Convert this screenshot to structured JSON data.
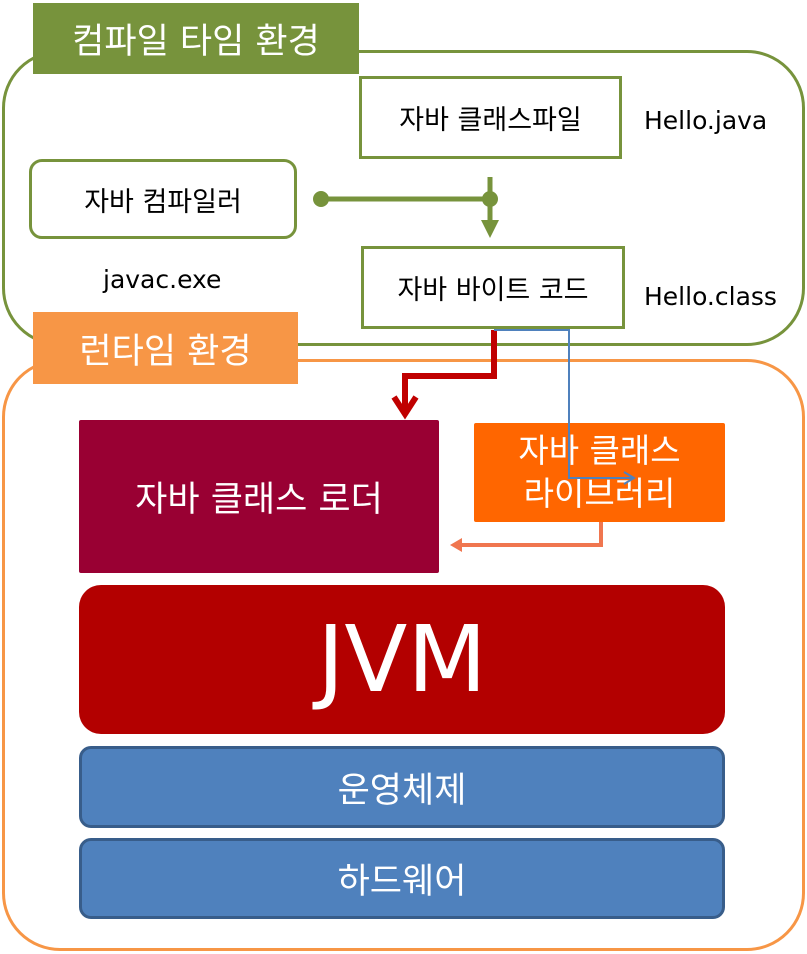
{
  "compile_env": {
    "title": "컴파일 타임 환경",
    "source_file": "자바 클래스파일",
    "source_caption": "Hello.java",
    "compiler": "자바 컴파일러",
    "compiler_caption": "javac.exe",
    "bytecode": "자바 바이트 코드",
    "bytecode_caption": "Hello.class"
  },
  "runtime_env": {
    "title": "런타임 환경",
    "class_loader": "자바 클래스 로더",
    "class_library_line1": "자바 클래스",
    "class_library_line2": "라이브러리",
    "jvm": "JVM",
    "os": "운영체제",
    "hardware": "하드웨어"
  },
  "colors": {
    "compile_green": "#77933c",
    "runtime_orange": "#f79646",
    "loader": "#990033",
    "library": "#ff6600",
    "jvm": "#b30000",
    "stack_blue": "#4f81bd",
    "red_arrow": "#c00000",
    "blue_arrow": "#4f81bd",
    "salmon_arrow": "#f0764f"
  }
}
